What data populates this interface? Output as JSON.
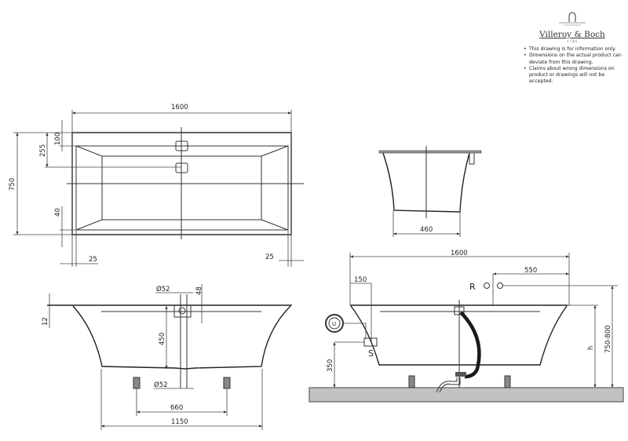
{
  "brand": {
    "name": "Villeroy & Boch",
    "year": "1748"
  },
  "notes": [
    "This drawing is for information only.",
    "Dimensions on the actual product can deviate from this drawing.",
    "Claims about wrong dimensions on product or drawings will not be accepted."
  ],
  "top_view": {
    "length": "1600",
    "width": "750",
    "overflow_offset": "255",
    "rim_top": "100",
    "rim_bottom": "40",
    "rim_left": "25",
    "rim_right": "25"
  },
  "front_view": {
    "drain_dia_top": "Ø52",
    "overflow_height": "48",
    "rim": "12",
    "depth": "450",
    "drain_dia_bottom": "Ø52",
    "feet_spacing": "660",
    "base_length": "1150"
  },
  "side_view": {
    "base_width": "460"
  },
  "install_view": {
    "length": "1600",
    "tap_offset": "550",
    "overflow_offset": "150",
    "label_r": "R",
    "label_u": "U",
    "label_s": "S",
    "supply_height": "350",
    "height": "h",
    "total_height": "750-800"
  },
  "colors": {
    "line": "#333333",
    "floor": "#c2c2c2",
    "hose": "#1a1a1a"
  }
}
